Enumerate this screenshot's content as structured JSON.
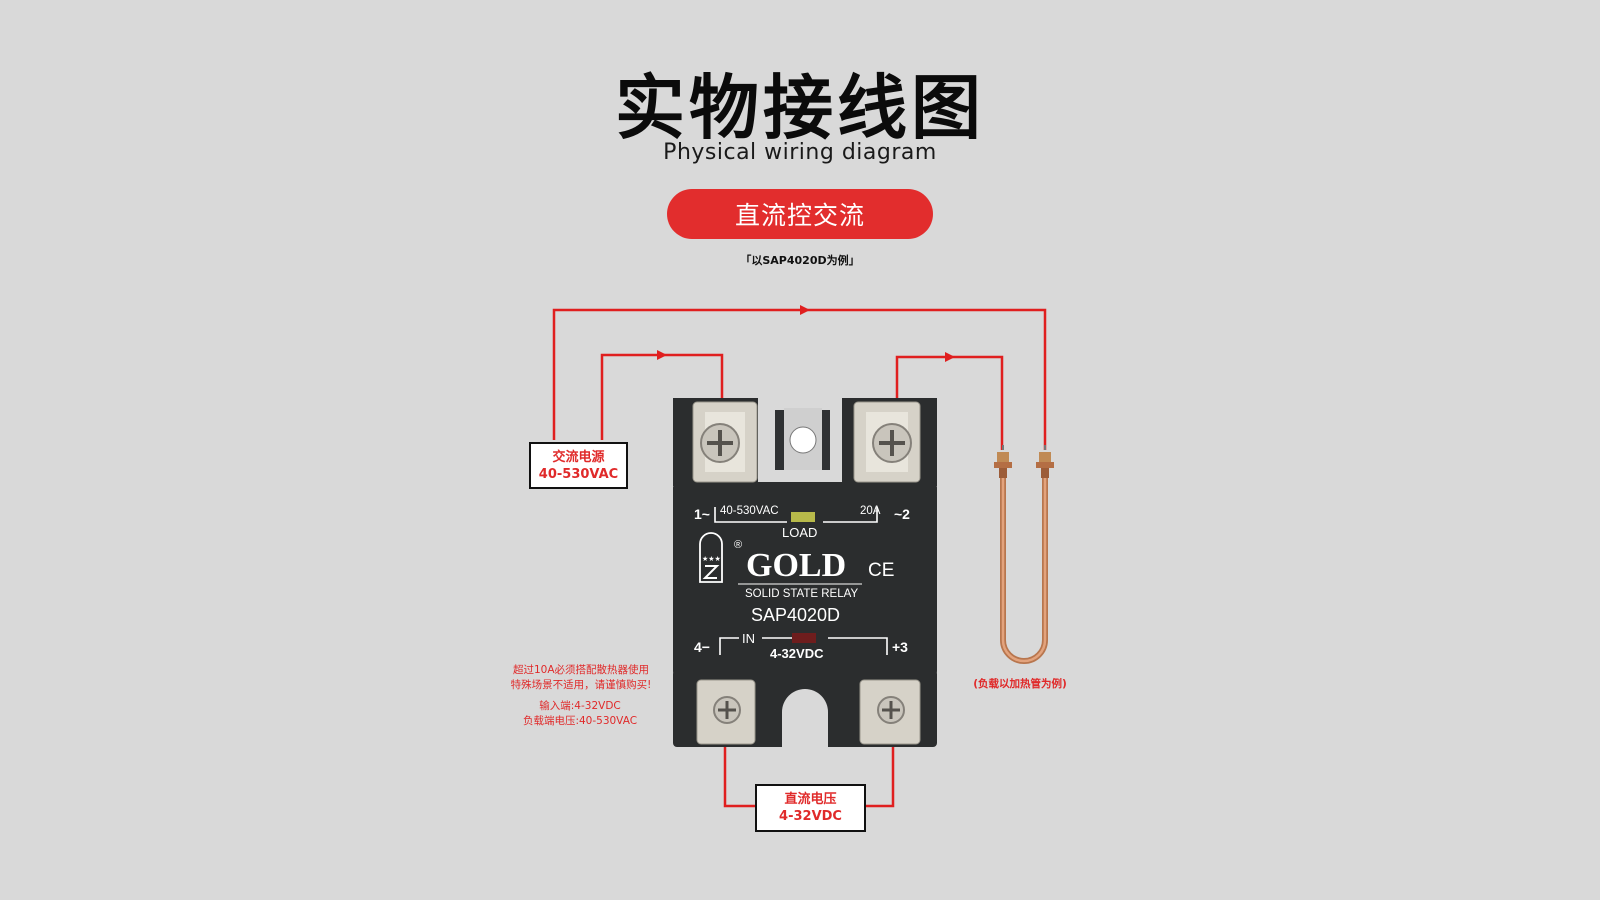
{
  "header": {
    "title": "实物接线图",
    "subtitle": "Physical wiring diagram",
    "mode_label": "直流控交流",
    "example_note": "「以SAP4020D为例」"
  },
  "relay": {
    "terminal_1": "1~",
    "terminal_2": "~2",
    "terminal_3": "+3",
    "terminal_4": "4−",
    "load_voltage": "40-530VAC",
    "current": "20A",
    "load_label": "LOAD",
    "brand": "GOLD",
    "ce_mark": "CE",
    "registered": "®",
    "description": "SOLID STATE RELAY",
    "model": "SAP4020D",
    "input_label": "IN",
    "input_voltage": "4-32VDC"
  },
  "ac_source": {
    "label": "交流电源",
    "voltage": "40-530VAC"
  },
  "dc_source": {
    "label": "直流电压",
    "voltage": "4-32VDC"
  },
  "notes": {
    "heatsink_line1": "超过10A必须搭配散热器使用",
    "heatsink_line2": "特殊场景不适用，请谨慎购买!",
    "input_spec": "输入端:4-32VDC",
    "load_spec": "负载端电压:40-530VAC",
    "heater_note": "(负载以加热管为例)"
  },
  "colors": {
    "background": "#d9d9d9",
    "accent_red": "#e22d2d",
    "wire_red": "#e01f1f",
    "relay_body": "#2b2d2e",
    "led_load": "#b7b94a",
    "led_in": "#6e1d1d",
    "heater_copper": "#c9825a"
  }
}
